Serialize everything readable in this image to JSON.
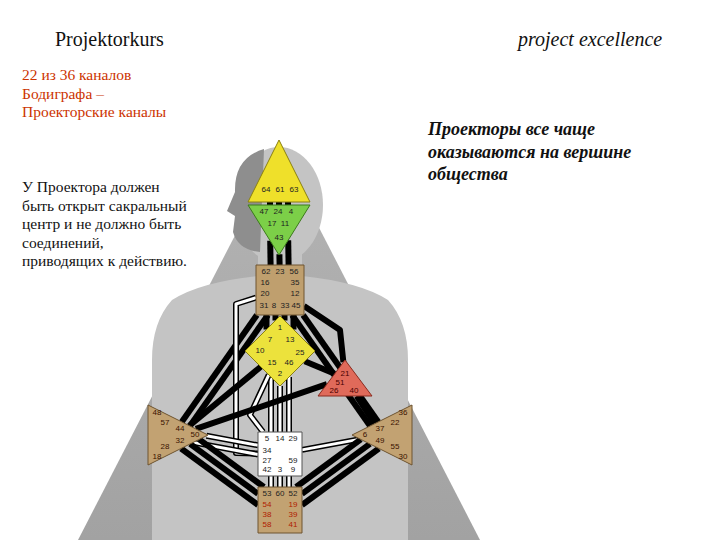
{
  "diagram": {
    "title": "Projektorkurs",
    "nodes": [
      {
        "text": [
          "64",
          "61",
          "63"
        ]
      },
      {
        "text": [
          "47",
          "24",
          "4",
          "17",
          "11",
          "43"
        ]
      },
      {
        "text": [
          "62",
          "23",
          "56",
          "16",
          "35",
          "20",
          "12",
          "31",
          "8",
          "33",
          "45"
        ]
      },
      {
        "text": [
          "1",
          "7",
          "13",
          "10",
          "25",
          "15",
          "46",
          "2"
        ]
      },
      {
        "text": [
          "21",
          "51",
          "26",
          "40"
        ]
      },
      {
        "text": [
          "48",
          "57",
          "44",
          "50",
          "32",
          "28",
          "18"
        ]
      },
      {
        "text": [
          "36",
          "22",
          "37",
          "6",
          "49",
          "55",
          "30"
        ]
      },
      {
        "text": [
          "5",
          "14",
          "29",
          "34",
          "27",
          "59",
          "42",
          "3",
          "9"
        ]
      },
      {
        "text": [
          "53",
          "60",
          "52",
          "54",
          "19",
          "38",
          "39",
          "58",
          "41"
        ]
      }
    ],
    "edges": [
      {
        "from": 0,
        "to": 1,
        "arrow": "none"
      },
      {
        "from": 0,
        "to": 1,
        "arrow": "none"
      },
      {
        "from": 0,
        "to": 1,
        "arrow": "none"
      },
      {
        "from": 1,
        "to": 2,
        "arrow": "none"
      },
      {
        "from": 1,
        "to": 2,
        "arrow": "none"
      },
      {
        "from": 1,
        "to": 2,
        "arrow": "none"
      },
      {
        "from": 2,
        "to": 3,
        "arrow": "none"
      },
      {
        "from": 2,
        "to": 3,
        "arrow": "none"
      },
      {
        "from": 2,
        "to": 3,
        "arrow": "none"
      },
      {
        "from": 2,
        "to": 3,
        "arrow": "none"
      },
      {
        "from": 2,
        "to": 4,
        "arrow": "none"
      },
      {
        "from": 2,
        "to": 5,
        "arrow": "none"
      },
      {
        "from": 2,
        "to": 5,
        "arrow": "none"
      },
      {
        "from": 2,
        "to": 6,
        "arrow": "none"
      },
      {
        "from": 2,
        "to": 6,
        "arrow": "none"
      },
      {
        "from": 2,
        "to": 7,
        "arrow": "none"
      },
      {
        "from": 3,
        "to": 7,
        "arrow": "none"
      },
      {
        "from": 3,
        "to": 7,
        "arrow": "none"
      },
      {
        "from": 3,
        "to": 7,
        "arrow": "none"
      },
      {
        "from": 3,
        "to": 7,
        "arrow": "none"
      },
      {
        "from": 3,
        "to": 4,
        "arrow": "none"
      },
      {
        "from": 3,
        "to": 5,
        "arrow": "none"
      },
      {
        "from": 5,
        "to": 7,
        "arrow": "none"
      },
      {
        "from": 5,
        "to": 7,
        "arrow": "none"
      },
      {
        "from": 6,
        "to": 7,
        "arrow": "none"
      },
      {
        "from": 7,
        "to": 8,
        "arrow": "none"
      },
      {
        "from": 7,
        "to": 8,
        "arrow": "none"
      },
      {
        "from": 7,
        "to": 8,
        "arrow": "none"
      },
      {
        "from": 5,
        "to": 8,
        "arrow": "none"
      },
      {
        "from": 5,
        "to": 8,
        "arrow": "none"
      },
      {
        "from": 5,
        "to": 8,
        "arrow": "none"
      },
      {
        "from": 6,
        "to": 8,
        "arrow": "none"
      },
      {
        "from": 6,
        "to": 8,
        "arrow": "none"
      },
      {
        "from": 6,
        "to": 8,
        "arrow": "none"
      },
      {
        "from": 4,
        "to": 5,
        "arrow": "none"
      },
      {
        "from": 4,
        "to": 6,
        "arrow": "none"
      }
    ],
    "labels": [
      "project excellence",
      "22 из 36 каналов Бодиграфа – Проекторские каналы",
      "У Проектора должен быть открыт сакральный центр и не должно быть соединений, приводящих к действию.",
      "Проекторы все чаще оказываются на вершине общества"
    ]
  }
}
